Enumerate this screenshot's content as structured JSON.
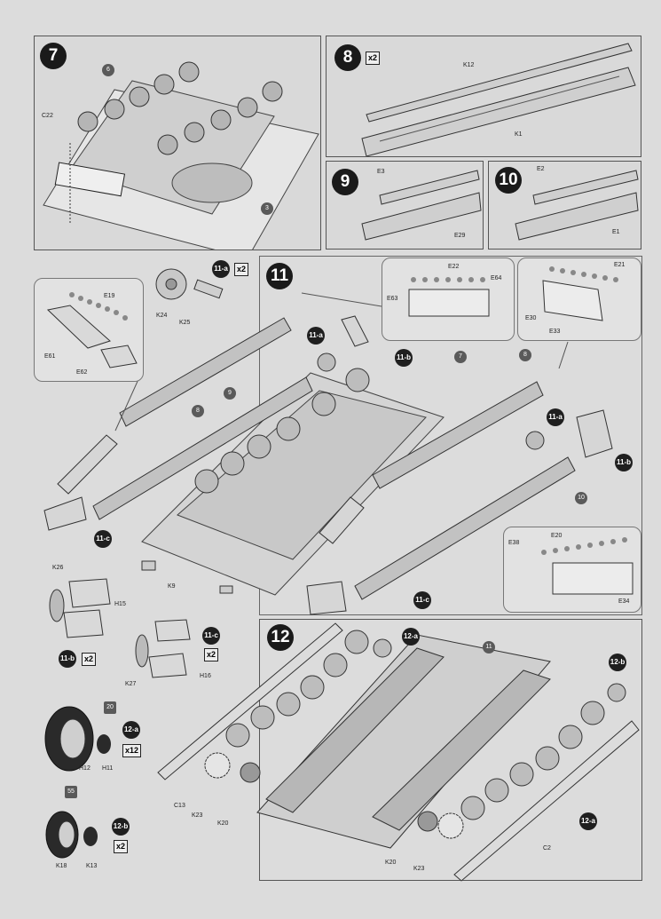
{
  "steps": {
    "s7": "7",
    "s8": "8",
    "s9": "9",
    "s10": "10",
    "s11": "11",
    "s12": "12"
  },
  "multipliers": {
    "x2_a": "x2",
    "x2_b": "x2",
    "x2_c": "x2",
    "x2_d": "x2",
    "x2_e": "x2",
    "x12": "x12"
  },
  "subassemblies": {
    "a11a": "11-a",
    "a11b": "11-b",
    "a11c": "11-c",
    "a12a": "12-a",
    "a12b": "12-b"
  },
  "refs": {
    "r6": "6",
    "r3": "3",
    "r8": "8",
    "r9": "9",
    "r7": "7",
    "r8b": "8",
    "r10": "10",
    "r11": "11",
    "r11a_1": "11-a",
    "r11a_2": "11-a",
    "r11b_1": "11-b",
    "r11b_2": "11-b",
    "r11c_1": "11-c",
    "r11c_2": "11-c",
    "r12a_1": "12-a",
    "r12a_2": "12-a",
    "r12b_1": "12-b",
    "r20": "20",
    "r55": "55"
  },
  "parts": {
    "C22": "C22",
    "K12": "K12",
    "K1": "K1",
    "E3": "E3",
    "E29": "E29",
    "E2": "E2",
    "E1": "E1",
    "K24": "K24",
    "K25": "K25",
    "E19": "E19",
    "E61": "E61",
    "E62": "E62",
    "E22": "E22",
    "E63": "E63",
    "E64": "E64",
    "E21": "E21",
    "E30": "E30",
    "E33": "E33",
    "K26": "K26",
    "H15": "H15",
    "K9": "K9",
    "K27": "K27",
    "H16": "H16",
    "E38": "E38",
    "E20": "E20",
    "E34": "E34",
    "H12": "H12",
    "H11": "H11",
    "K18": "K18",
    "K13": "K13",
    "C13": "C13",
    "K23": "K23",
    "K20": "K20",
    "K20b": "K20",
    "K23b": "K23",
    "C2": "C2"
  }
}
